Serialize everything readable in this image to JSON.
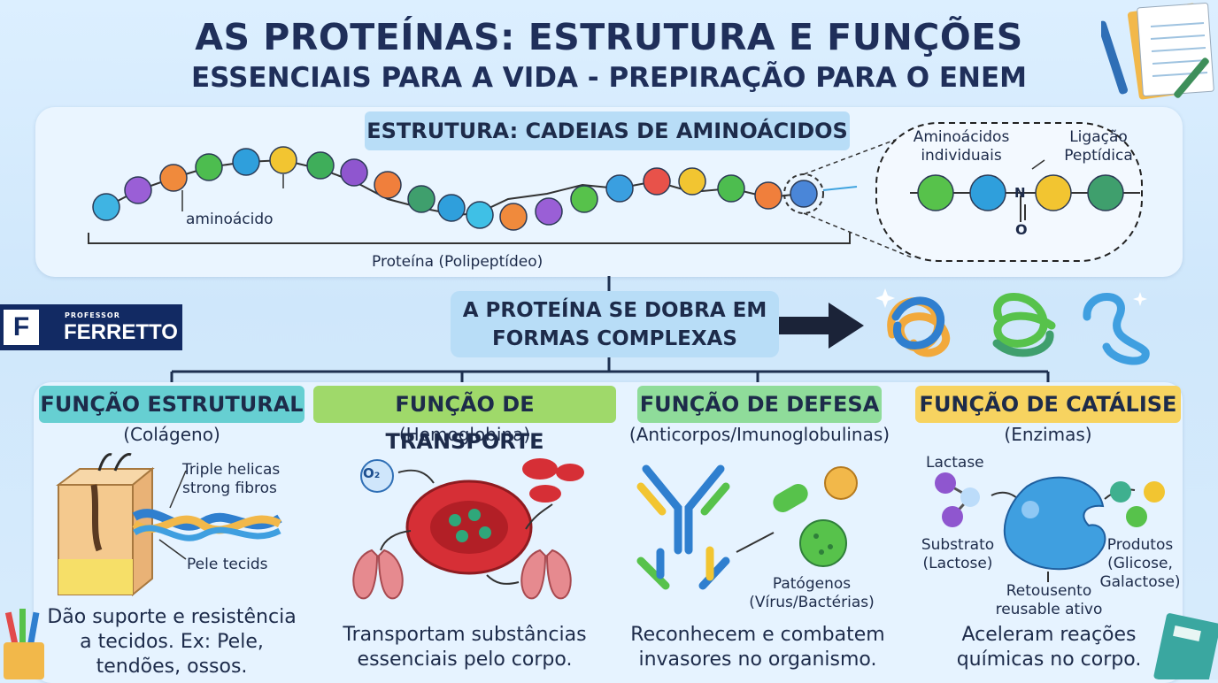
{
  "title": {
    "line1": "AS PROTEÍNAS: ESTRUTURA E FUNÇÕES",
    "line2": "ESSENCIAIS PARA A VIDA - PREPIRAÇÃO PARA O ENEM"
  },
  "structure": {
    "heading": "ESTRUTURA: CADEIAS DE AMINOÁCIDOS",
    "amino_label": "aminoácido",
    "chain_label": "Proteína (Polipeptídeo)",
    "zoom_left_label": "Aminoácidos individuais",
    "zoom_right_label": "Ligação Peptídica",
    "zoom_n": "N",
    "zoom_o": "O"
  },
  "fold": {
    "text": "A PROTEÍNA SE DOBRA EM FORMAS COMPLEXAS"
  },
  "brand": {
    "letter": "F",
    "small": "PROFESSOR",
    "name": "FERRETTO"
  },
  "functions": [
    {
      "title": "FUNÇÃO ESTRUTURAL",
      "subtitle": "(Colágeno)",
      "label_a": "Triple helicas strong fibros",
      "label_b": "Pele tecids",
      "description": "Dão suporte e resistência a tecidos. Ex: Pele, tendões, ossos.",
      "color": "#66cfd2"
    },
    {
      "title": "FUNÇÃO DE TRANSPORTE",
      "subtitle": "(Hemoglobina)",
      "label_a": "O₂",
      "description": "Transportam substâncias essenciais pelo corpo.",
      "color": "#9fd96a"
    },
    {
      "title": "FUNÇÃO DE DEFESA",
      "subtitle": "(Anticorpos/Imunoglobulinas)",
      "label_a": "Patógenos (Vírus/Bactérias)",
      "description": "Reconhecem e combatem invasores no organismo.",
      "color": "#8fdc9a"
    },
    {
      "title": "FUNÇÃO DE CATÁLISE",
      "subtitle": "(Enzimas)",
      "label_a": "Lactase",
      "label_b": "Substrato (Lactose)",
      "label_c": "Produtos (Glicose, Galactose)",
      "label_d": "Retousento reusable ativo",
      "description": "Aceleram reações químicas no corpo.",
      "color": "#f7d360"
    }
  ],
  "colors": {
    "title": "#1f2f5a",
    "panel": "#eaf5ff",
    "tag_blue": "#b8ddf7",
    "brand": "#122a63"
  }
}
